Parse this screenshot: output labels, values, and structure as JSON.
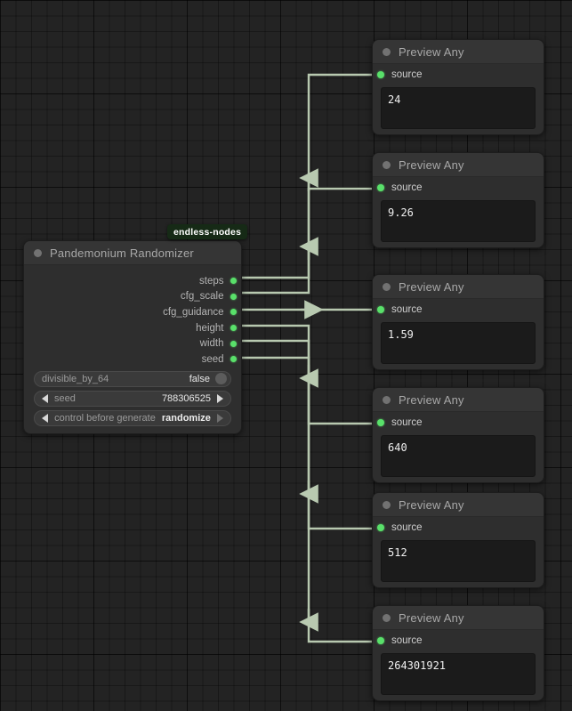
{
  "canvas": {
    "background_color": "#232323",
    "grid_color": "#1c1c1c",
    "wire_color": "#b8c9b0",
    "slot_color": "#59e06a"
  },
  "badge": {
    "label": "endless-nodes"
  },
  "randomizer_node": {
    "title": "Pandemonium Randomizer",
    "outputs": [
      {
        "label": "steps"
      },
      {
        "label": "cfg_scale"
      },
      {
        "label": "cfg_guidance"
      },
      {
        "label": "height"
      },
      {
        "label": "width"
      },
      {
        "label": "seed"
      }
    ],
    "widgets": [
      {
        "type": "toggle",
        "label": "divisible_by_64",
        "value": "false"
      },
      {
        "type": "number",
        "label": "seed",
        "value": "788306525"
      },
      {
        "type": "combo",
        "label": "control before generate",
        "value": "randomize"
      }
    ]
  },
  "preview_nodes": [
    {
      "title": "Preview Any",
      "input_label": "source",
      "value": "24"
    },
    {
      "title": "Preview Any",
      "input_label": "source",
      "value": "9.26"
    },
    {
      "title": "Preview Any",
      "input_label": "source",
      "value": "1.59"
    },
    {
      "title": "Preview Any",
      "input_label": "source",
      "value": "640"
    },
    {
      "title": "Preview Any",
      "input_label": "source",
      "value": "512"
    },
    {
      "title": "Preview Any",
      "input_label": "source",
      "value": "264301921"
    }
  ]
}
